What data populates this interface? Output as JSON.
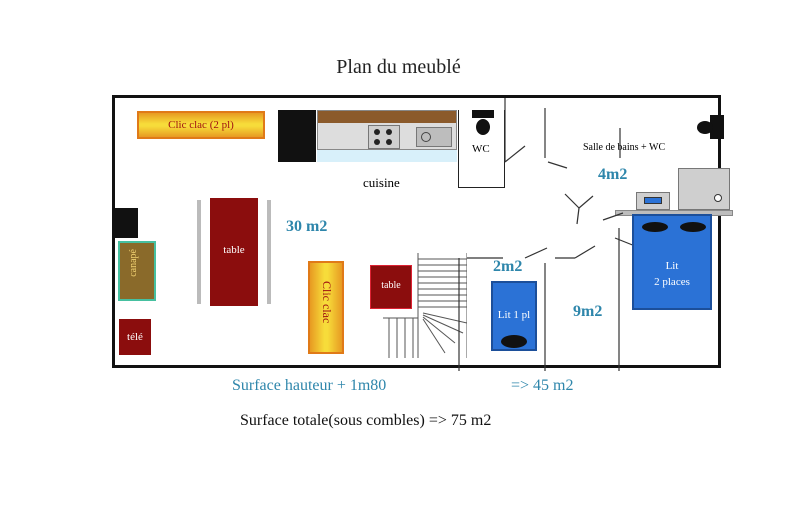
{
  "title": "Plan du meublé",
  "rooms": {
    "main_area": "30 m2",
    "bathroom_area": "4m2",
    "small_room_area": "2m2",
    "bedroom_area": "9m2",
    "kitchen_label": "cuisine",
    "wc_label": "WC",
    "bathroom_label": "Salle de bains + WC"
  },
  "furniture": {
    "clicclac_top": "Clic clac (2 pl)",
    "table_large": "table",
    "clicclac_vertical": "Clic clac",
    "table_small": "table",
    "sofa": "canapé",
    "tv": "télé",
    "bed_single": "Lit 1 pl",
    "bed_double_line1": "Lit",
    "bed_double_line2": "2 places"
  },
  "footer": {
    "surface_height_label": "Surface hauteur + 1m80",
    "surface_height_value": "=> 45 m2",
    "surface_total": "Surface totale(sous combles) => 75 m2"
  }
}
